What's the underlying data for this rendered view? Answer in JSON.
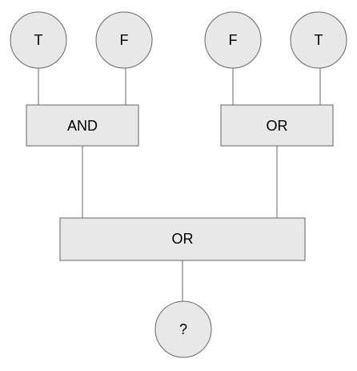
{
  "diagram": {
    "inputs": [
      {
        "id": "in1",
        "label": "T"
      },
      {
        "id": "in2",
        "label": "F"
      },
      {
        "id": "in3",
        "label": "F"
      },
      {
        "id": "in4",
        "label": "T"
      }
    ],
    "gates": [
      {
        "id": "gate-and",
        "label": "AND",
        "inputs": [
          "in1",
          "in2"
        ]
      },
      {
        "id": "gate-or-right",
        "label": "OR",
        "inputs": [
          "in3",
          "in4"
        ]
      },
      {
        "id": "gate-or-final",
        "label": "OR",
        "inputs": [
          "gate-and",
          "gate-or-right"
        ]
      }
    ],
    "output": {
      "id": "out",
      "label": "?",
      "input": "gate-or-final"
    }
  }
}
